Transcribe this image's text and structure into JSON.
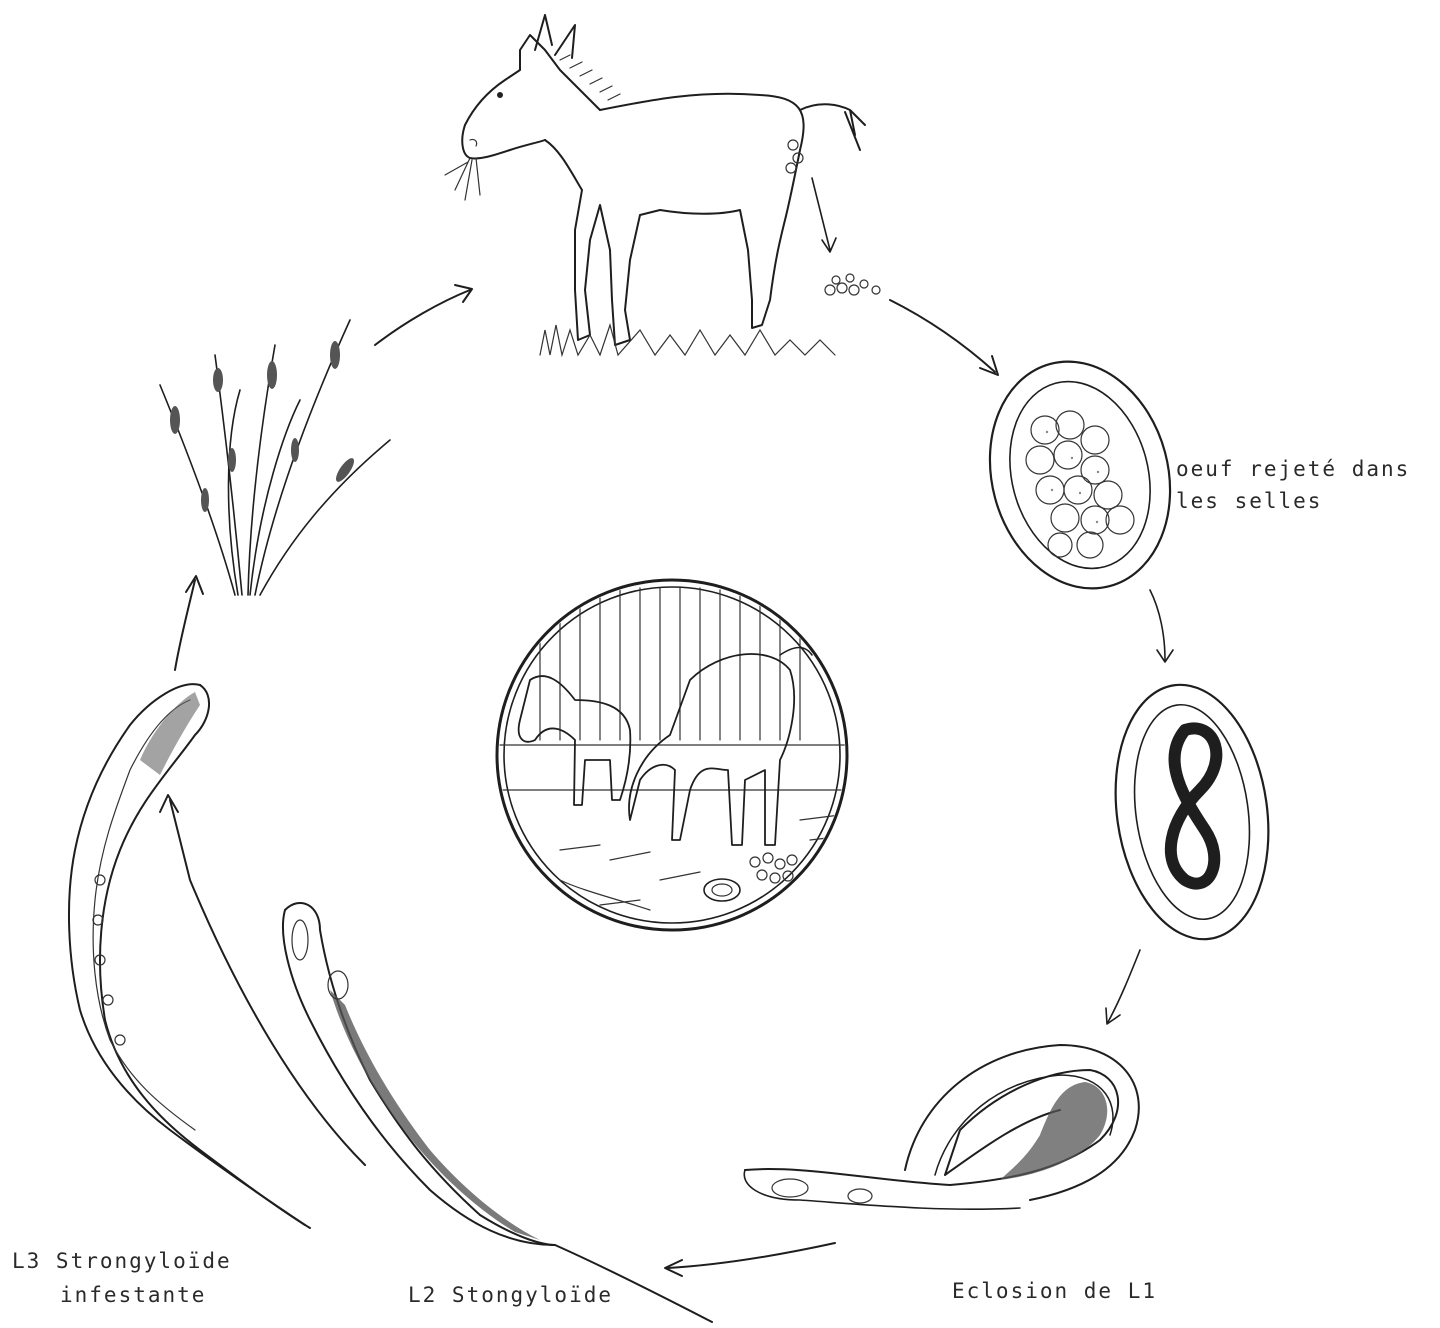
{
  "labels": {
    "egg": "oeuf rejeté dans",
    "egg_line2": "les selles",
    "l1": "Eclosion de L1",
    "l2": "L2 Stongyloïde",
    "l3_line1": "L3 Strongyloïde",
    "l3_line2": "infestante"
  },
  "stages": [
    "donkey-host",
    "egg-in-feces",
    "embryonated-egg",
    "l1-hatching",
    "l2-larva",
    "l3-larva",
    "grass-with-larvae",
    "stable-scene"
  ],
  "colors": {
    "ink": "#1e1e1e",
    "background": "#ffffff",
    "shading": "#555555"
  }
}
